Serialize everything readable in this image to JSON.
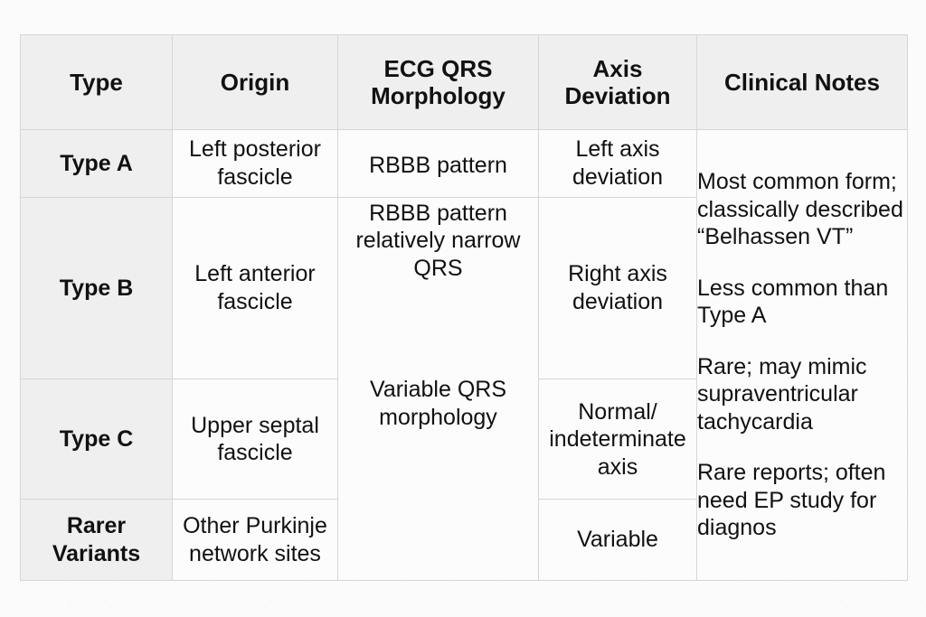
{
  "table": {
    "columns": [
      {
        "key": "type",
        "label": "Type"
      },
      {
        "key": "origin",
        "label": "Origin"
      },
      {
        "key": "ecg",
        "label": "ECG QRS Morphology"
      },
      {
        "key": "axis",
        "label": "Axis Deviation"
      },
      {
        "key": "notes",
        "label": "Clinical Notes"
      }
    ],
    "rows": [
      {
        "type": "Type A",
        "origin": "Left posterior fascicle",
        "ecg": "RBBB pattern",
        "axis": "Left axis deviation"
      },
      {
        "type": "Type B",
        "origin": "Left anterior fascicle",
        "ecg_top": "RBBB pattern relatively narrow QRS",
        "axis": "Right axis deviation"
      },
      {
        "type": "Type C",
        "origin": "Upper septal fascicle",
        "ecg_bottom": "Variable QRS morphology",
        "axis": "Normal/ indeterminate axis"
      },
      {
        "type": "Rarer Variants",
        "origin": "Other Purkinje network sites",
        "axis": "Variable"
      }
    ],
    "clinical_notes": [
      "Most common form; classically described “Belhassen VT”",
      "Less common than Type A",
      "Rare; may mimic supraventricular tachycardia",
      "Rare reports; often need EP study for diagnos"
    ]
  },
  "colors": {
    "page_background": "#fbfbfb",
    "header_background": "#eeefee",
    "type_column_background": "#eeefee",
    "cell_background": "#fcfcfc",
    "border": "#d6d6d6",
    "outer_border": "#b9b9b9",
    "text": "#111111"
  }
}
